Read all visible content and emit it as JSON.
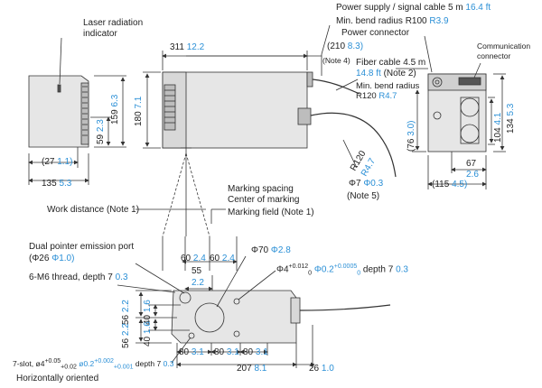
{
  "labels": {
    "laser_indicator_1": "Laser radiation",
    "laser_indicator_2": "indicator",
    "power_cable": "Power supply / signal cable 5 m",
    "power_cable_in": "16.4 ft",
    "min_bend_r100": "Min. bend radius R100",
    "min_bend_r100_in": "R3.9",
    "power_connector": "Power connector",
    "comm_connector_1": "Communication",
    "comm_connector_2": "connector",
    "note4": "(Note 4)",
    "fiber_cable": "Fiber cable 4.5 m",
    "fiber_cable_in": "14.8 ft",
    "note2": "(Note 2)",
    "min_bend_r120_1": "Min. bend radius",
    "min_bend_r120_2": "R120",
    "min_bend_r120_in": "R4.7",
    "r120": "R120",
    "r47": "R4.7",
    "phi7": "Φ7",
    "phi7_in": "Φ0.3",
    "note5": "(Note 5)",
    "work_distance": "Work distance (Note 1)",
    "marking_spacing": "Marking spacing",
    "center_marking": "Center of marking",
    "marking_field": "Marking field (Note 1)",
    "dual_pointer_1": "Dual pointer emission port",
    "dual_pointer_2": "(Φ26",
    "dual_pointer_2_in": "Φ1.0)",
    "thread": "6-M6  thread, depth 7",
    "thread_in": "0.3",
    "phi70": "Φ70",
    "phi70_in": "Φ2.8",
    "phi4": "Φ4",
    "phi4_tol_up": "+0.012",
    "phi4_tol_lo": "0",
    "phi4_in": "Φ0.2",
    "phi4_in_tol_up": "+0.0005",
    "phi4_in_tol_lo": "0",
    "phi4_depth": "depth 7",
    "phi4_depth_in": "0.3",
    "slot": "7-slot, ø4",
    "slot_tol_up": "+0.05",
    "slot_tol_lo": "+0.02",
    "slot_in": "ø0.2",
    "slot_in_tol_up": "+0.002",
    "slot_in_tol_lo": "+0.001",
    "slot_depth": "depth 7",
    "slot_depth_in": "0.3",
    "horiz": "Horizontally oriented"
  },
  "dims": {
    "d311": "311",
    "d311_in": "12.2",
    "d210": "(210",
    "d210_in": "8.3)",
    "d180": "180",
    "d180_in": "7.1",
    "d159": "159",
    "d159_in": "6.3",
    "d59": "59",
    "d59_in": "2.3",
    "d27": "(27",
    "d27_in": "1.1)",
    "d135": "135",
    "d135_in": "5.3",
    "d76": "(76",
    "d76_in": "3.0)",
    "d67": "67",
    "d67_in": "2.6",
    "d115": "(115",
    "d115_in": "4.5)",
    "d104": "104",
    "d104_in": "4.1",
    "d134": "134",
    "d134_in": "5.3",
    "d60a": "60",
    "d60a_in": "2.4",
    "d60b": "60",
    "d60b_in": "2.4",
    "d55": "55",
    "d55_in": "2.2",
    "d56a": "56",
    "d56a_in": "2.2",
    "d56b": "56",
    "d56b_in": "2.2",
    "d40a": "40",
    "d40a_in": "1.6",
    "d40b": "40",
    "d40b_in": "1.6",
    "d80a": "80",
    "d80a_in": "3.1",
    "d80b": "80",
    "d80b_in": "3.1",
    "d80c": "80",
    "d80c_in": "3.1",
    "d207": "207",
    "d207_in": "8.1",
    "d26": "26",
    "d26_in": "1.0"
  },
  "colors": {
    "inch": "#2a8fd6",
    "line": "#333333",
    "body_fill": "#e6e6e6",
    "body_dark": "#bdbdbd"
  }
}
